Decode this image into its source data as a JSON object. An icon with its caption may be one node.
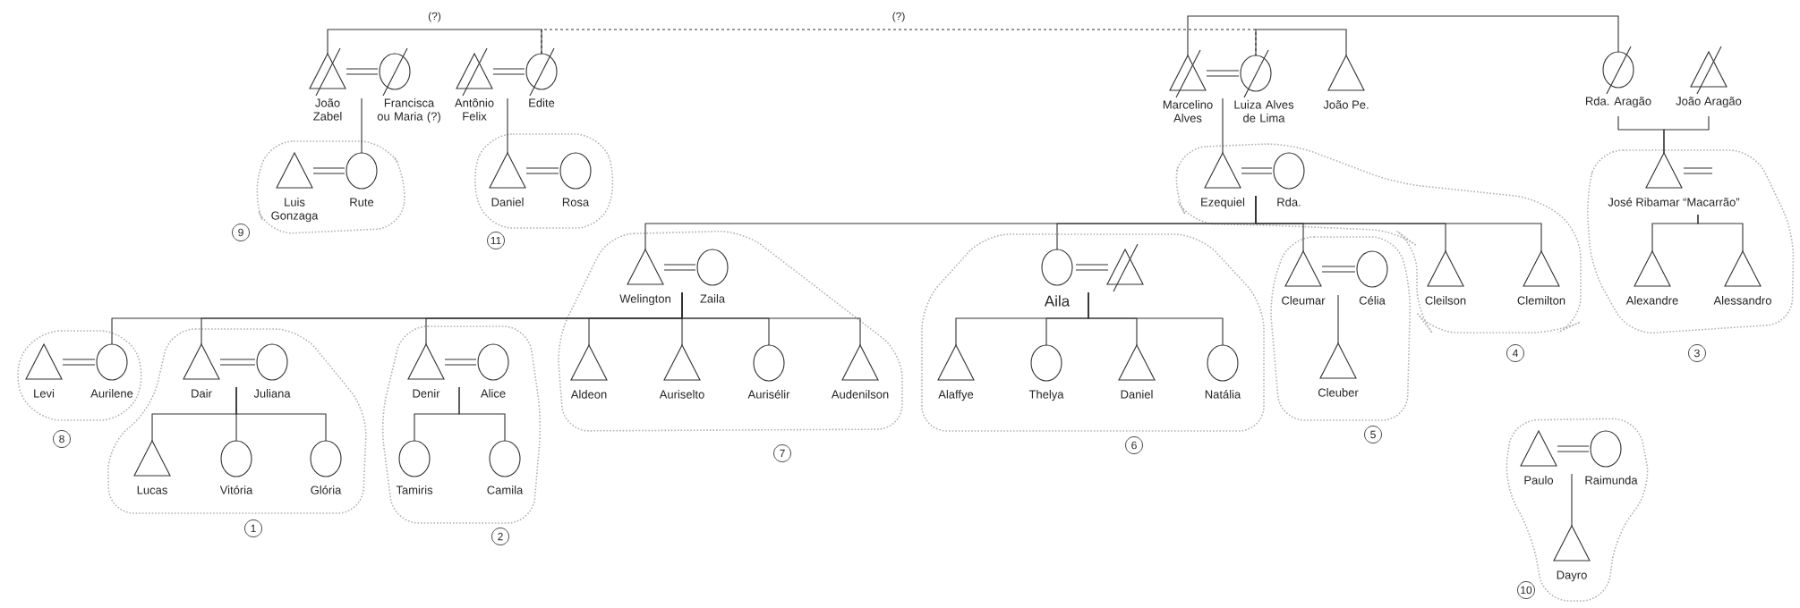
{
  "diagram": {
    "nodes": [
      {
        "text": [
          "João Zabel"
        ]
      },
      {
        "text": [
          "Francisca ou Maria (?)"
        ]
      },
      {
        "text": [
          "Antônio Felix"
        ]
      },
      {
        "text": [
          "Edite"
        ]
      },
      {
        "text": [
          "Marcelino Alves"
        ]
      },
      {
        "text": [
          "Luiza Alves de Lima"
        ]
      },
      {
        "text": [
          "João Pe."
        ]
      },
      {
        "text": [
          "Rda. Aragão"
        ]
      },
      {
        "text": [
          "João Aragão"
        ]
      },
      {
        "text": [],
        "shape": "cloud",
        "beside": [
          "9"
        ]
      },
      {
        "text": [
          "Luis Gonzaga"
        ],
        "in": 9
      },
      {
        "text": [
          "Rute"
        ],
        "in": 9
      },
      {
        "text": [],
        "shape": "cloud",
        "beside": [
          "11"
        ]
      },
      {
        "text": [
          "Daniel"
        ],
        "in": 12
      },
      {
        "text": [
          "Rosa"
        ],
        "in": 12
      },
      {
        "text": [],
        "shape": "cloud",
        "beside": [
          "4"
        ]
      },
      {
        "text": [
          "Ezequiel"
        ],
        "in": 15
      },
      {
        "text": [
          "Rda."
        ],
        "in": 15
      },
      {
        "text": [],
        "shape": "cloud",
        "beside": [
          "3"
        ]
      },
      {
        "text": [
          "José Ribamar “Macarrão”"
        ],
        "in": 18
      },
      {
        "text": [
          "Cleilson"
        ],
        "in": 15
      },
      {
        "text": [
          "Clemilton"
        ],
        "in": 15
      },
      {
        "text": [
          "Alexandre"
        ],
        "in": 18
      },
      {
        "text": [
          "Alessandro"
        ],
        "in": 18
      },
      {
        "text": [],
        "shape": "cloud",
        "beside": [
          "7"
        ]
      },
      {
        "text": [
          "Welington"
        ],
        "in": 24
      },
      {
        "text": [
          "Zaila"
        ],
        "in": 24
      },
      {
        "text": [],
        "shape": "cloud",
        "beside": [
          "6"
        ]
      },
      {
        "text": [
          "Aila"
        ],
        "in": 27
      },
      {
        "text": [],
        "shape": "triangle",
        "in": 27
      },
      {
        "text": [],
        "shape": "cloud",
        "beside": [
          "5"
        ]
      },
      {
        "text": [
          "Cleumar"
        ],
        "in": 30
      },
      {
        "text": [
          "Célia"
        ],
        "in": 30
      },
      {
        "text": [],
        "shape": "cloud",
        "beside": [
          "8"
        ]
      },
      {
        "text": [
          "Levi"
        ],
        "in": 33
      },
      {
        "text": [
          "Aurilene"
        ],
        "in": 33
      },
      {
        "text": [],
        "shape": "cloud",
        "beside": [
          "1"
        ]
      },
      {
        "text": [
          "Dair"
        ],
        "in": 36
      },
      {
        "text": [
          "Juliana"
        ],
        "in": 36
      },
      {
        "text": [],
        "shape": "cloud",
        "beside": [
          "2"
        ]
      },
      {
        "text": [
          "Denir"
        ],
        "in": 39
      },
      {
        "text": [
          "Alice"
        ],
        "in": 39
      },
      {
        "text": [
          "Aldeon"
        ],
        "in": 24
      },
      {
        "text": [
          "Auriselto"
        ],
        "in": 24
      },
      {
        "text": [
          "Aurisélir"
        ],
        "in": 24
      },
      {
        "text": [
          "Audenilson"
        ],
        "in": 24
      },
      {
        "text": [
          "Alaffye"
        ],
        "in": 27
      },
      {
        "text": [
          "Thelya"
        ],
        "in": 27
      },
      {
        "text": [
          "Daniel"
        ],
        "in": 27
      },
      {
        "text": [
          "Natália"
        ],
        "in": 27
      },
      {
        "text": [
          "Cleuber"
        ],
        "in": 30
      },
      {
        "text": [
          "Lucas"
        ],
        "in": 36
      },
      {
        "text": [
          "Vitória"
        ],
        "in": 36
      },
      {
        "text": [
          "Glória"
        ],
        "in": 36
      },
      {
        "text": [
          "Tamiris"
        ],
        "in": 39
      },
      {
        "text": [
          "Camila"
        ],
        "in": 39
      },
      {
        "text": [],
        "shape": "cloud",
        "beside": [
          "10"
        ]
      },
      {
        "text": [
          "Paulo"
        ],
        "in": 56
      },
      {
        "text": [
          "Raimunda"
        ],
        "in": 56
      },
      {
        "text": [
          "Dayro"
        ],
        "in": 56
      }
    ],
    "edges": [
      {
        "from": 0,
        "to": 3,
        "arrow": "none",
        "label": "(?)"
      },
      {
        "from": 3,
        "to": 5,
        "arrow": "none",
        "label": "(?)",
        "style": "dashed"
      },
      {
        "from": 4,
        "to": 7,
        "arrow": "none"
      },
      {
        "from": 5,
        "to": 6,
        "arrow": "none"
      },
      {
        "from": 0,
        "to": 1,
        "arrow": "none"
      },
      {
        "from": 2,
        "to": 3,
        "arrow": "none"
      },
      {
        "from": 4,
        "to": 5,
        "arrow": "none"
      },
      {
        "from": 10,
        "to": 11,
        "arrow": "none"
      },
      {
        "from": 13,
        "to": 14,
        "arrow": "none"
      },
      {
        "from": 16,
        "to": 17,
        "arrow": "none"
      },
      {
        "from": 25,
        "to": 26,
        "arrow": "none"
      },
      {
        "from": 28,
        "to": 29,
        "arrow": "none"
      },
      {
        "from": 31,
        "to": 32,
        "arrow": "none"
      },
      {
        "from": 34,
        "to": 35,
        "arrow": "none"
      },
      {
        "from": 37,
        "to": 38,
        "arrow": "none"
      },
      {
        "from": 40,
        "to": 41,
        "arrow": "none"
      },
      {
        "from": 57,
        "to": 58,
        "arrow": "none"
      },
      {
        "from": 0,
        "to": 11,
        "arrow": "none"
      },
      {
        "from": 2,
        "to": 13,
        "arrow": "none"
      },
      {
        "from": 4,
        "to": 16,
        "arrow": "none"
      },
      {
        "from": 7,
        "to": 19,
        "arrow": "none"
      },
      {
        "from": 8,
        "to": 19,
        "arrow": "none"
      },
      {
        "from": 16,
        "to": 25,
        "arrow": "none"
      },
      {
        "from": 16,
        "to": 28,
        "arrow": "none"
      },
      {
        "from": 16,
        "to": 31,
        "arrow": "none"
      },
      {
        "from": 16,
        "to": 20,
        "arrow": "none"
      },
      {
        "from": 16,
        "to": 21,
        "arrow": "none"
      },
      {
        "from": 19,
        "to": 22,
        "arrow": "none"
      },
      {
        "from": 19,
        "to": 23,
        "arrow": "none"
      },
      {
        "from": 25,
        "to": 35,
        "arrow": "none"
      },
      {
        "from": 25,
        "to": 37,
        "arrow": "none"
      },
      {
        "from": 25,
        "to": 40,
        "arrow": "none"
      },
      {
        "from": 25,
        "to": 42,
        "arrow": "none"
      },
      {
        "from": 25,
        "to": 43,
        "arrow": "none"
      },
      {
        "from": 25,
        "to": 44,
        "arrow": "none"
      },
      {
        "from": 25,
        "to": 45,
        "arrow": "none"
      },
      {
        "from": 28,
        "to": 46,
        "arrow": "none"
      },
      {
        "from": 28,
        "to": 47,
        "arrow": "none"
      },
      {
        "from": 28,
        "to": 48,
        "arrow": "none"
      },
      {
        "from": 28,
        "to": 49,
        "arrow": "none"
      },
      {
        "from": 31,
        "to": 50,
        "arrow": "none"
      },
      {
        "from": 37,
        "to": 51,
        "arrow": "none"
      },
      {
        "from": 37,
        "to": 52,
        "arrow": "none"
      },
      {
        "from": 37,
        "to": 53,
        "arrow": "none"
      },
      {
        "from": 40,
        "to": 54,
        "arrow": "none"
      },
      {
        "from": 40,
        "to": 55,
        "arrow": "none"
      },
      {
        "from": 57,
        "to": 59,
        "arrow": "none"
      }
    ]
  }
}
